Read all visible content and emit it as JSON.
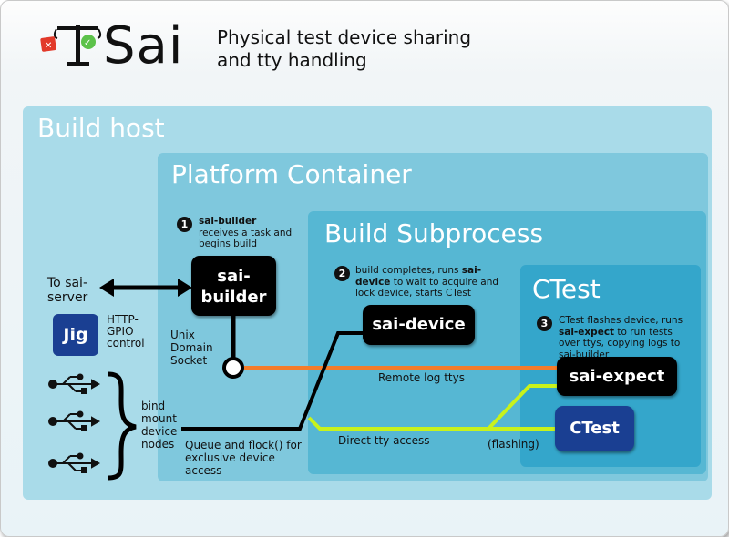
{
  "header": {
    "logo_text": "Sai",
    "subtitle": "Physical test device sharing\nand tty handling"
  },
  "boxes": {
    "build_host": "Build host",
    "platform_container": "Platform Container",
    "build_subprocess": "Build Subprocess",
    "ctest_box": "CTest"
  },
  "steps": [
    {
      "num": "1",
      "bold": "sai-builder",
      "rest": " receives a task and begins build"
    },
    {
      "num": "2",
      "pre": "build completes, runs ",
      "bold": "sai-device",
      "post": " to wait to acquire and lock device, starts CTest"
    },
    {
      "num": "3",
      "pre": "CTest flashes device, runs ",
      "bold": "sai-expect",
      "post": " to run tests over ttys, copying logs to sai-builder"
    }
  ],
  "components": {
    "sai_builder": "sai-\nbuilder",
    "sai_device": "sai-device",
    "sai_expect": "sai-expect",
    "ctest": "CTest",
    "jig": "Jig"
  },
  "labels": {
    "to_sai_server": "To sai-\nserver",
    "http_gpio": "HTTP-\nGPIO\ncontrol",
    "unix_socket": "Unix\nDomain\nSocket",
    "bind_mount": "bind\nmount\ndevice\nnodes",
    "remote_log": "Remote log ttys",
    "queue_flock": "Queue and flock() for\nexclusive device\naccess",
    "direct_tty": "Direct tty access",
    "flashing": "(flashing)"
  },
  "colors": {
    "build_host": "#a9dbe9",
    "platform_container": "#7fc8dd",
    "build_subprocess": "#56b7d3",
    "ctest_box": "#34a6cb",
    "remote_log_line": "#f47c2a",
    "tty_line": "#c8f21c",
    "jig": "#1a3f92"
  },
  "icons": [
    "balance-scale-logo-icon",
    "usb-icon",
    "curly-brace-icon",
    "double-arrow-icon",
    "socket-circle-icon"
  ]
}
